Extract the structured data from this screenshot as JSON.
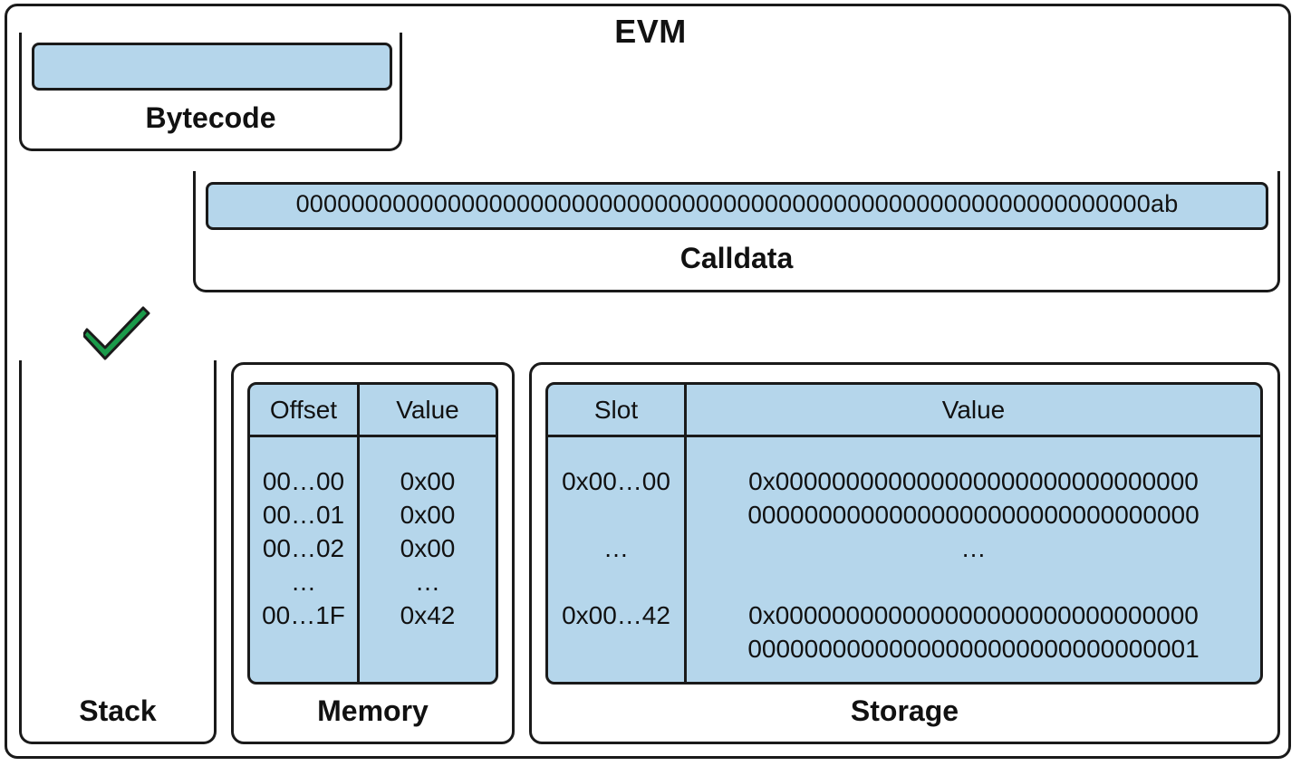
{
  "title": "EVM",
  "bytecode": {
    "label": "Bytecode"
  },
  "calldata": {
    "label": "Calldata",
    "value": "00000000000000000000000000000000000000000000000000000000000000ab"
  },
  "stack": {
    "label": "Stack",
    "status_icon": "check-icon",
    "status_color": "#1a9a4a"
  },
  "memory": {
    "label": "Memory",
    "columns": [
      "Offset",
      "Value"
    ],
    "rows": [
      {
        "offset": "00…00",
        "value": "0x00"
      },
      {
        "offset": "00…01",
        "value": "0x00"
      },
      {
        "offset": "00…02",
        "value": "0x00"
      },
      {
        "offset": "…",
        "value": "…"
      },
      {
        "offset": "00…1F",
        "value": "0x42"
      }
    ]
  },
  "storage": {
    "label": "Storage",
    "columns": [
      "Slot",
      "Value"
    ],
    "rows": [
      {
        "slot": "0x00…00",
        "value_line1": "0x000000000000000000000000000000",
        "value_line2": "00000000000000000000000000000000"
      },
      {
        "slot": "…",
        "value_line1": "…",
        "value_line2": ""
      },
      {
        "slot": "0x00…42",
        "value_line1": "0x000000000000000000000000000000",
        "value_line2": "00000000000000000000000000000001"
      }
    ]
  },
  "colors": {
    "fill": "#b5d6eb",
    "stroke": "#1a1a1a",
    "check": "#1a9a4a"
  }
}
